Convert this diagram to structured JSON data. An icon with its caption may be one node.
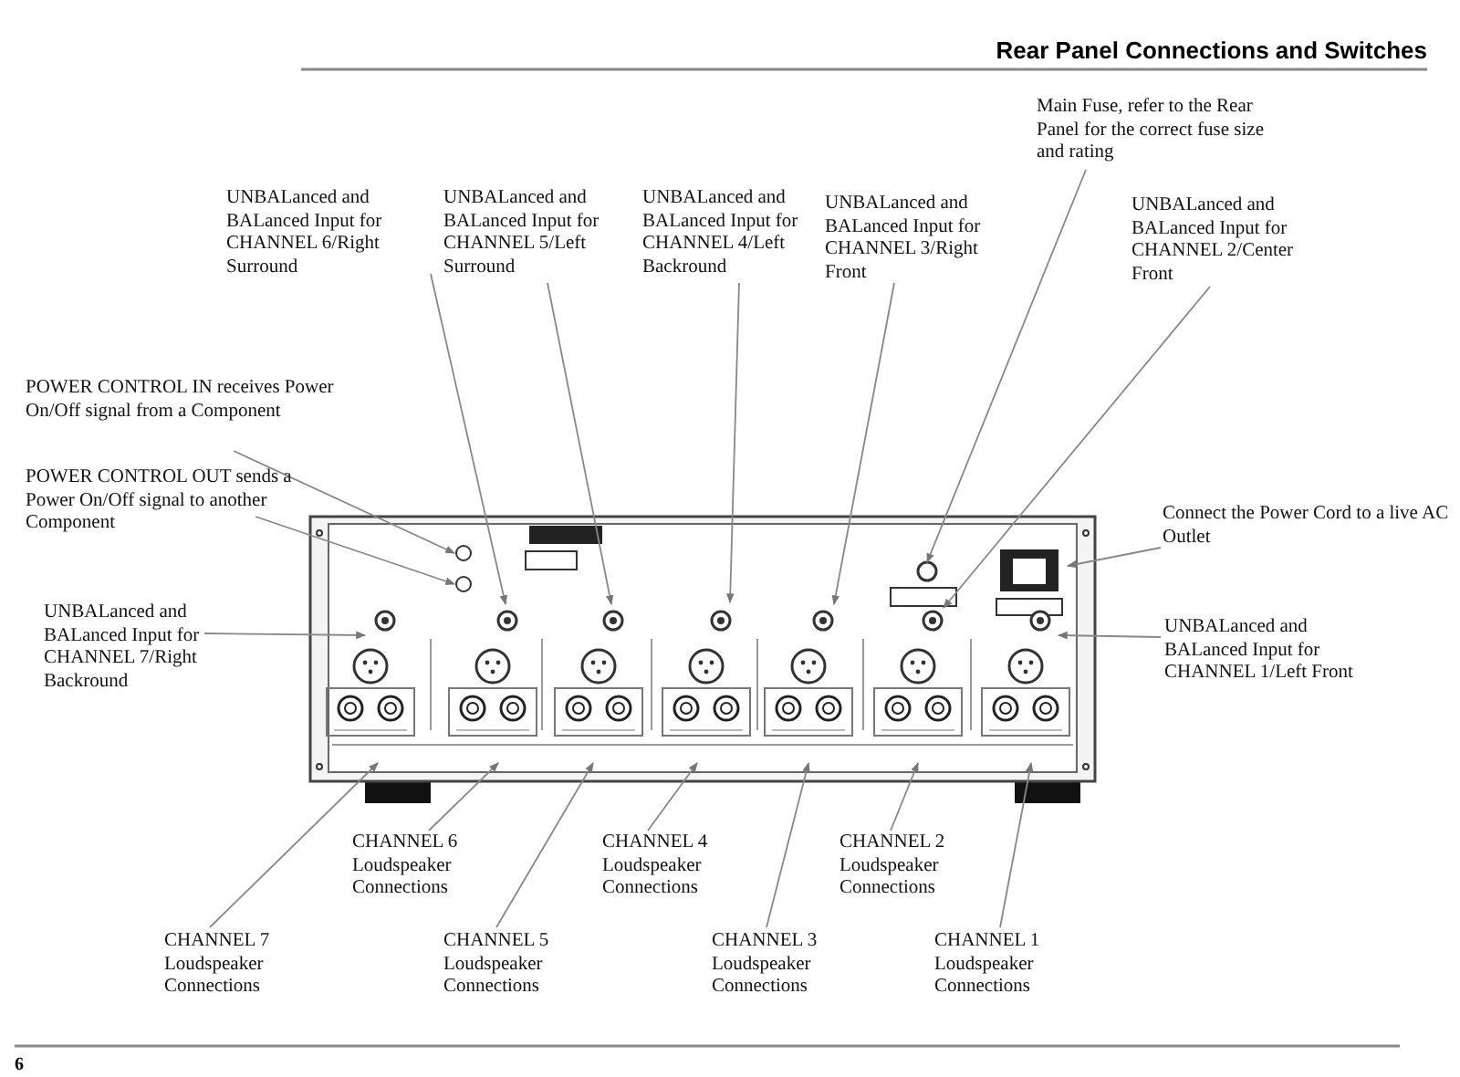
{
  "diagram": {
    "title": "Rear Panel Connections and Switches",
    "nodes": [
      {
        "text": [
          "UNBALanced and BALanced Input for CHANNEL 6/Right Surround"
        ]
      },
      {
        "text": [
          "UNBALanced and BALanced Input for CHANNEL 5/Left Surround"
        ]
      },
      {
        "text": [
          "UNBALanced and BALanced Input for CHANNEL 4/Left Backround"
        ]
      },
      {
        "text": [
          "UNBALanced and BALanced Input for CHANNEL 3/Right Front"
        ]
      },
      {
        "text": [
          "Main Fuse, refer to the Rear Panel for the correct fuse size and rating"
        ]
      },
      {
        "text": [
          "UNBALanced and BALanced Input for CHANNEL 2/Center Front"
        ]
      },
      {
        "text": [
          "POWER CONTROL IN receives Power On/Off signal from a Component"
        ]
      },
      {
        "text": [
          "POWER CONTROL OUT sends a Power On/Off signal to another Component"
        ]
      },
      {
        "text": [
          "Connect the Power Cord to a live AC Outlet"
        ]
      },
      {
        "text": [
          "UNBALanced and BALanced Input for CHANNEL 7/Right Backround"
        ]
      },
      {
        "text": [
          "UNBALanced and BALanced Input for CHANNEL 1/Left Front"
        ]
      },
      {
        "text": [
          "CHANNEL 6 Loudspeaker Connections"
        ]
      },
      {
        "text": [
          "CHANNEL 4 Loudspeaker Connections"
        ]
      },
      {
        "text": [
          "CHANNEL 2 Loudspeaker Connections"
        ]
      },
      {
        "text": [
          "CHANNEL 7 Loudspeaker Connections"
        ]
      },
      {
        "text": [
          "CHANNEL 5 Loudspeaker Connections"
        ]
      },
      {
        "text": [
          "CHANNEL 3 Loudspeaker Connections"
        ]
      },
      {
        "text": [
          "CHANNEL 1 Loudspeaker Connections"
        ]
      }
    ],
    "edges": [
      {
        "from": 0,
        "to": null,
        "arrow": "to"
      },
      {
        "from": 1,
        "to": null,
        "arrow": "to"
      },
      {
        "from": 2,
        "to": null,
        "arrow": "to"
      },
      {
        "from": 3,
        "to": null,
        "arrow": "to"
      },
      {
        "from": 4,
        "to": null,
        "arrow": "to"
      },
      {
        "from": 5,
        "to": null,
        "arrow": "to"
      },
      {
        "from": 6,
        "to": null,
        "arrow": "to"
      },
      {
        "from": 7,
        "to": null,
        "arrow": "to"
      },
      {
        "from": 8,
        "to": null,
        "arrow": "to"
      },
      {
        "from": 9,
        "to": null,
        "arrow": "to"
      },
      {
        "from": 10,
        "to": null,
        "arrow": "to"
      },
      {
        "from": 11,
        "to": null,
        "arrow": "to"
      },
      {
        "from": 12,
        "to": null,
        "arrow": "to"
      },
      {
        "from": 13,
        "to": null,
        "arrow": "to"
      },
      {
        "from": 14,
        "to": null,
        "arrow": "to"
      },
      {
        "from": 15,
        "to": null,
        "arrow": "to"
      },
      {
        "from": 16,
        "to": null,
        "arrow": "to"
      },
      {
        "from": 17,
        "to": null,
        "arrow": "to"
      }
    ],
    "labels": [
      "6"
    ]
  }
}
